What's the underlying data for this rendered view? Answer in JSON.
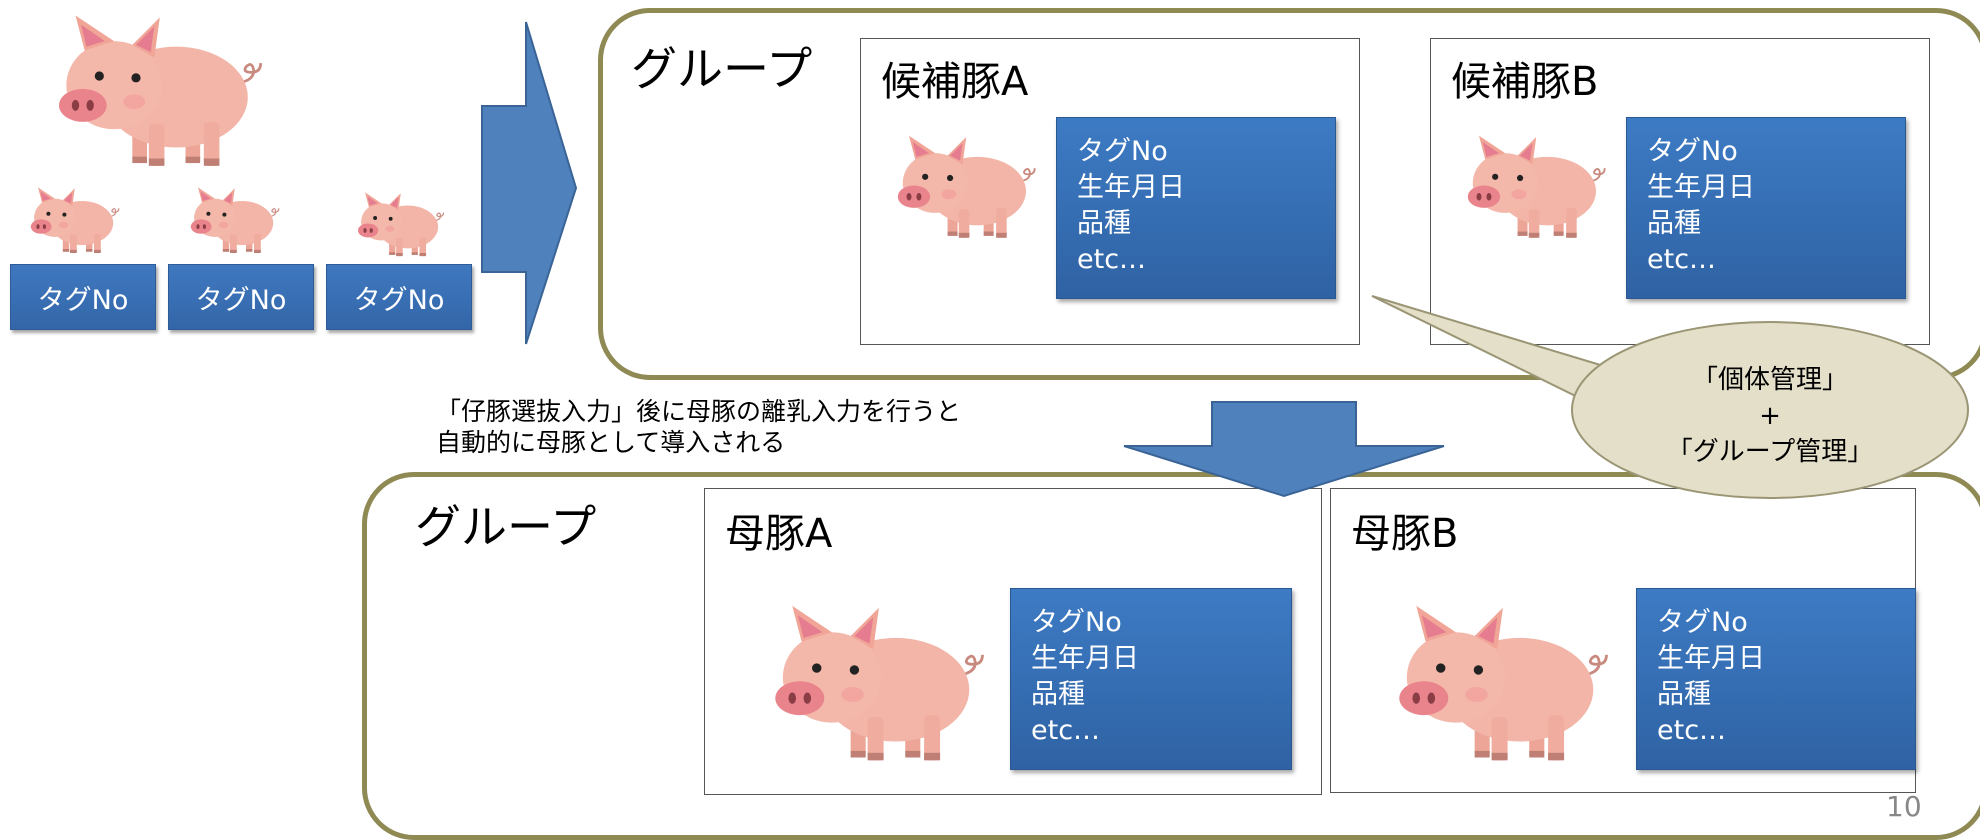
{
  "top_group": {
    "label": "グループ",
    "cards": [
      {
        "title": "候補豚A",
        "fields": [
          "タグNo",
          "生年月日",
          "品種",
          "etc…"
        ]
      },
      {
        "title": "候補豚B",
        "fields": [
          "タグNo",
          "生年月日",
          "品種",
          "etc…"
        ]
      }
    ]
  },
  "piglet_tags": [
    "タグNo",
    "タグNo",
    "タグNo"
  ],
  "transition_note": {
    "line1": "「仔豚選抜入力」後に母豚の離乳入力を行うと",
    "line2": "自動的に母豚として導入される"
  },
  "callout": {
    "line1": "「個体管理」",
    "line2": "+",
    "line3": "「グループ管理」"
  },
  "bottom_group": {
    "label": "グループ",
    "cards": [
      {
        "title": "母豚A",
        "fields": [
          "タグNo",
          "生年月日",
          "品種",
          "etc…"
        ]
      },
      {
        "title": "母豚B",
        "fields": [
          "タグNo",
          "生年月日",
          "品種",
          "etc…"
        ]
      }
    ]
  },
  "page_number": "10",
  "colors": {
    "group_border": "#8f8a54",
    "arrow_fill": "#4f81bd",
    "box_fill": "#3a72b8",
    "callout_fill": "#e3dfc8",
    "pig_body": "#f2b3a6"
  }
}
